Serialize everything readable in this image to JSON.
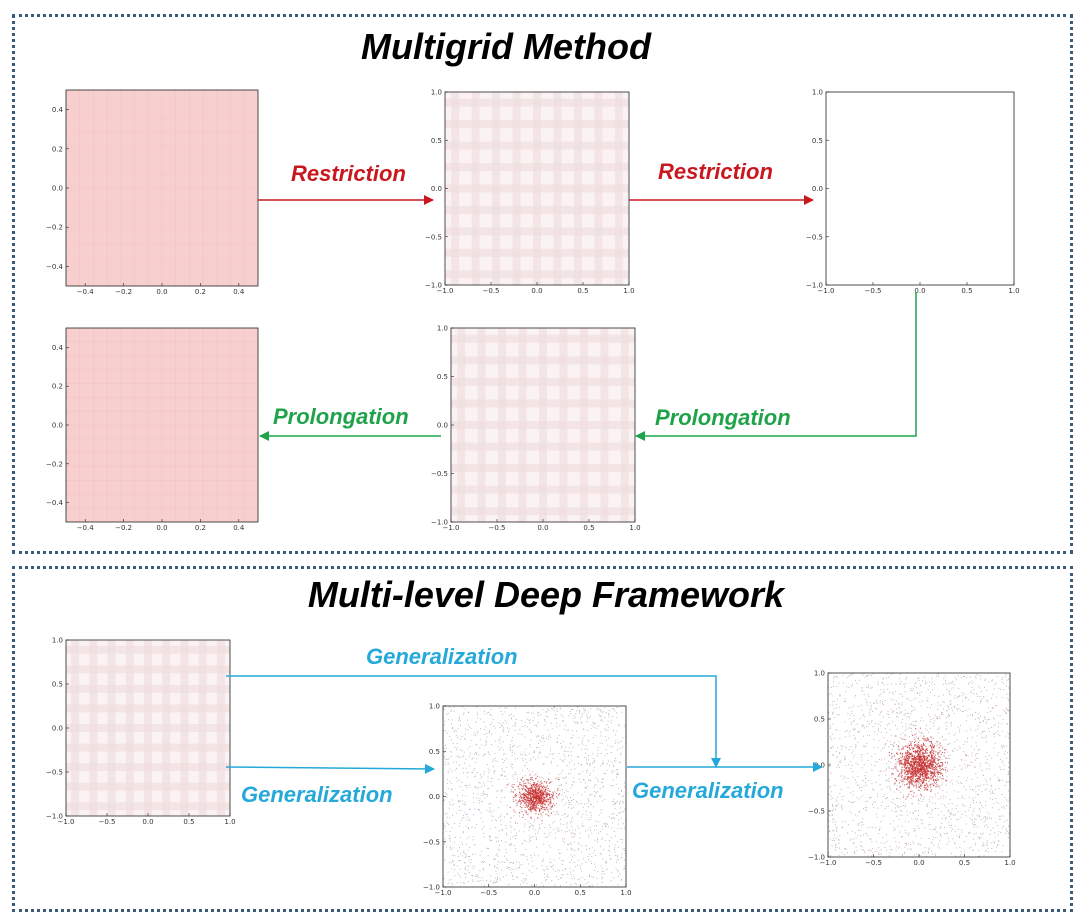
{
  "colors": {
    "restriction": "#c8181e",
    "prolongation": "#1fa34a",
    "generalization": "#25a9da",
    "border": "#3c5a7a"
  },
  "multigrid": {
    "title": "Multigrid  Method",
    "restriction_label": "Restriction",
    "prolongation_label": "Prolongation"
  },
  "framework": {
    "title": "Multi-level Deep Framework",
    "generalization_label": "Generalization"
  },
  "plots": {
    "half": {
      "ticks": [
        "−0.4",
        "−0.2",
        "0.0",
        "0.2",
        "0.4"
      ]
    },
    "unit": {
      "ticks": [
        "−1.0",
        "−0.5",
        "0.0",
        "0.5",
        "1.0"
      ]
    }
  }
}
